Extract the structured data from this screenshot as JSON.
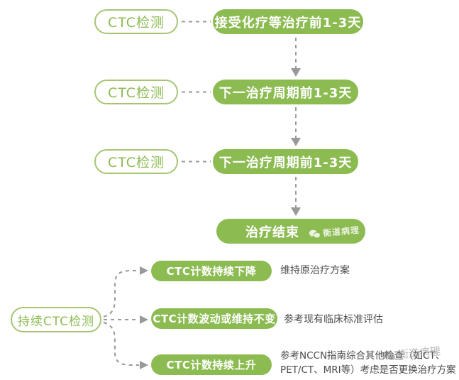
{
  "colors": {
    "pill_green": "#8cbb52",
    "outline_border_green": "#a6c573",
    "outline_text_green": "#8cbb52",
    "arrow_gray": "#999999",
    "body_text_gray": "#4a4a4a",
    "watermark_gray": "#7d7d7d"
  },
  "main_flow": {
    "steps": [
      {
        "source": "CTC检测",
        "timing": "接受化疗等治疗前1-3天"
      },
      {
        "source": "CTC检测",
        "timing": "下一治疗周期前1-3天"
      },
      {
        "source": "CTC检测",
        "timing": "下一治疗周期前1-3天"
      }
    ],
    "end_label": "治疗结束"
  },
  "followup": {
    "label": "持续CTC检测",
    "outcomes": [
      {
        "result": "CTC计数持续下降",
        "recommendation": "维持原治疗方案"
      },
      {
        "result": "CTC计数波动或维持不变",
        "recommendation": "参考现有临床标准评估"
      },
      {
        "result": "CTC计数持续上升",
        "recommendation": "参考NCCN指南综合其他检查（如CT、PET/CT、MRI等）考虑是否更换治疗方案"
      }
    ]
  },
  "watermark": {
    "text": "衡道病理",
    "icon": "wechat-icon"
  }
}
